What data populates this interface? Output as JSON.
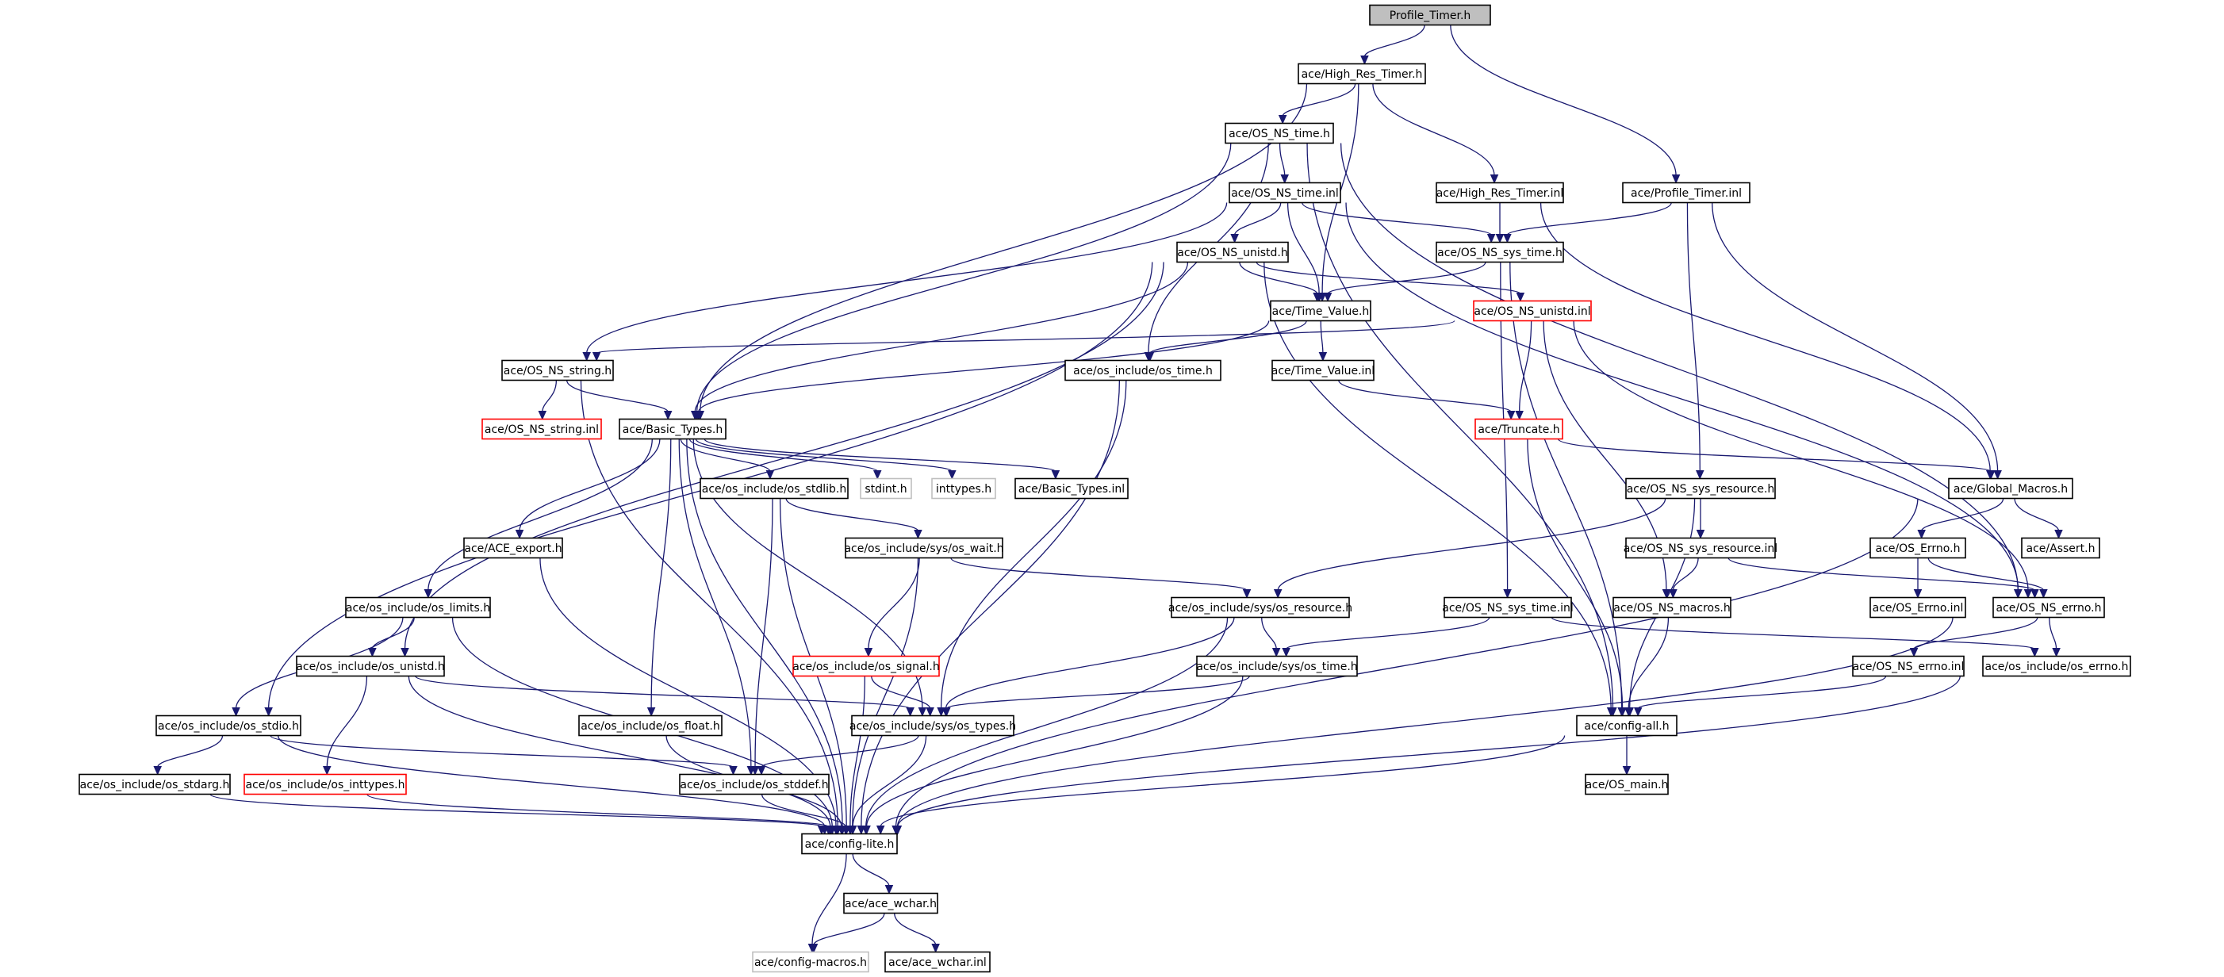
{
  "colors": {
    "edge": "#191970",
    "node_border": "#000000",
    "node_border_missing": "#ff0000",
    "node_border_external": "#bfbfbf",
    "root_fill": "#bfbfbf",
    "node_fill": "#ffffff",
    "text": "#000000"
  },
  "nodes": [
    {
      "id": "profile_timer_h",
      "label": "Profile_Timer.h",
      "style": "root"
    },
    {
      "id": "high_res_timer_h",
      "label": "ace/High_Res_Timer.h",
      "style": "normal"
    },
    {
      "id": "os_ns_time_h",
      "label": "ace/OS_NS_time.h",
      "style": "normal"
    },
    {
      "id": "os_ns_time_inl",
      "label": "ace/OS_NS_time.inl",
      "style": "normal"
    },
    {
      "id": "high_res_timer_inl",
      "label": "ace/High_Res_Timer.inl",
      "style": "normal"
    },
    {
      "id": "profile_timer_inl",
      "label": "ace/Profile_Timer.inl",
      "style": "normal"
    },
    {
      "id": "os_ns_unistd_h",
      "label": "ace/OS_NS_unistd.h",
      "style": "normal"
    },
    {
      "id": "os_ns_sys_time_h",
      "label": "ace/OS_NS_sys_time.h",
      "style": "normal"
    },
    {
      "id": "time_value_h",
      "label": "ace/Time_Value.h",
      "style": "normal"
    },
    {
      "id": "os_ns_unistd_inl",
      "label": "ace/OS_NS_unistd.inl",
      "style": "missing"
    },
    {
      "id": "os_ns_string_h",
      "label": "ace/OS_NS_string.h",
      "style": "normal"
    },
    {
      "id": "os_include_os_time_h",
      "label": "ace/os_include/os_time.h",
      "style": "normal"
    },
    {
      "id": "time_value_inl",
      "label": "ace/Time_Value.inl",
      "style": "normal"
    },
    {
      "id": "os_ns_string_inl",
      "label": "ace/OS_NS_string.inl",
      "style": "missing"
    },
    {
      "id": "basic_types_h",
      "label": "ace/Basic_Types.h",
      "style": "normal"
    },
    {
      "id": "truncate_h",
      "label": "ace/Truncate.h",
      "style": "missing"
    },
    {
      "id": "os_include_os_stdlib_h",
      "label": "ace/os_include/os_stdlib.h",
      "style": "normal"
    },
    {
      "id": "stdint_h",
      "label": "stdint.h",
      "style": "external"
    },
    {
      "id": "inttypes_h",
      "label": "inttypes.h",
      "style": "external"
    },
    {
      "id": "basic_types_inl",
      "label": "ace/Basic_Types.inl",
      "style": "normal"
    },
    {
      "id": "os_ns_sys_resource_h",
      "label": "ace/OS_NS_sys_resource.h",
      "style": "normal"
    },
    {
      "id": "global_macros_h",
      "label": "ace/Global_Macros.h",
      "style": "normal"
    },
    {
      "id": "ace_export_h",
      "label": "ace/ACE_export.h",
      "style": "normal"
    },
    {
      "id": "os_include_sys_os_wait_h",
      "label": "ace/os_include/sys/os_wait.h",
      "style": "normal"
    },
    {
      "id": "os_ns_sys_resource_inl",
      "label": "ace/OS_NS_sys_resource.inl",
      "style": "normal"
    },
    {
      "id": "os_errno_h",
      "label": "ace/OS_Errno.h",
      "style": "normal"
    },
    {
      "id": "assert_h",
      "label": "ace/Assert.h",
      "style": "normal"
    },
    {
      "id": "os_include_os_limits_h",
      "label": "ace/os_include/os_limits.h",
      "style": "normal"
    },
    {
      "id": "os_include_sys_os_resource_h",
      "label": "ace/os_include/sys/os_resource.h",
      "style": "normal"
    },
    {
      "id": "os_ns_sys_time_inl",
      "label": "ace/OS_NS_sys_time.inl",
      "style": "normal"
    },
    {
      "id": "os_ns_macros_h",
      "label": "ace/OS_NS_macros.h",
      "style": "normal"
    },
    {
      "id": "os_errno_inl",
      "label": "ace/OS_Errno.inl",
      "style": "normal"
    },
    {
      "id": "os_ns_errno_h",
      "label": "ace/OS_NS_errno.h",
      "style": "normal"
    },
    {
      "id": "os_include_os_unistd_h",
      "label": "ace/os_include/os_unistd.h",
      "style": "normal"
    },
    {
      "id": "os_include_os_signal_h",
      "label": "ace/os_include/os_signal.h",
      "style": "missing"
    },
    {
      "id": "os_include_sys_os_time_h",
      "label": "ace/os_include/sys/os_time.h",
      "style": "normal"
    },
    {
      "id": "os_ns_errno_inl",
      "label": "ace/OS_NS_errno.inl",
      "style": "normal"
    },
    {
      "id": "os_include_os_errno_h",
      "label": "ace/os_include/os_errno.h",
      "style": "normal"
    },
    {
      "id": "os_include_os_stdio_h",
      "label": "ace/os_include/os_stdio.h",
      "style": "normal"
    },
    {
      "id": "os_include_os_float_h",
      "label": "ace/os_include/os_float.h",
      "style": "normal"
    },
    {
      "id": "os_include_sys_os_types_h",
      "label": "ace/os_include/sys/os_types.h",
      "style": "normal"
    },
    {
      "id": "config_all_h",
      "label": "ace/config-all.h",
      "style": "normal"
    },
    {
      "id": "os_include_os_stdarg_h",
      "label": "ace/os_include/os_stdarg.h",
      "style": "normal"
    },
    {
      "id": "os_include_os_inttypes_h",
      "label": "ace/os_include/os_inttypes.h",
      "style": "missing"
    },
    {
      "id": "os_include_os_stddef_h",
      "label": "ace/os_include/os_stddef.h",
      "style": "normal"
    },
    {
      "id": "os_main_h",
      "label": "ace/OS_main.h",
      "style": "normal"
    },
    {
      "id": "config_lite_h",
      "label": "ace/config-lite.h",
      "style": "normal"
    },
    {
      "id": "ace_wchar_h",
      "label": "ace/ace_wchar.h",
      "style": "normal"
    },
    {
      "id": "config_macros_h",
      "label": "ace/config-macros.h",
      "style": "external"
    },
    {
      "id": "ace_wchar_inl",
      "label": "ace/ace_wchar.inl",
      "style": "normal"
    }
  ],
  "edges": [
    [
      "profile_timer_h",
      "high_res_timer_h"
    ],
    [
      "profile_timer_h",
      "profile_timer_inl"
    ],
    [
      "high_res_timer_h",
      "os_ns_time_h"
    ],
    [
      "high_res_timer_h",
      "high_res_timer_inl"
    ],
    [
      "high_res_timer_h",
      "time_value_h"
    ],
    [
      "high_res_timer_h",
      "basic_types_h"
    ],
    [
      "os_ns_time_h",
      "os_ns_time_inl"
    ],
    [
      "os_ns_time_h",
      "basic_types_h"
    ],
    [
      "os_ns_time_h",
      "os_include_os_time_h"
    ],
    [
      "os_ns_time_h",
      "config_all_h"
    ],
    [
      "os_ns_time_h",
      "os_ns_errno_h"
    ],
    [
      "os_ns_time_inl",
      "os_ns_unistd_h"
    ],
    [
      "os_ns_time_inl",
      "time_value_h"
    ],
    [
      "os_ns_time_inl",
      "os_ns_sys_time_h"
    ],
    [
      "os_ns_time_inl",
      "os_ns_string_h"
    ],
    [
      "os_ns_time_inl",
      "os_ns_errno_h"
    ],
    [
      "high_res_timer_inl",
      "os_ns_sys_time_h"
    ],
    [
      "high_res_timer_inl",
      "global_macros_h"
    ],
    [
      "profile_timer_inl",
      "os_ns_sys_time_h"
    ],
    [
      "profile_timer_inl",
      "os_ns_sys_resource_h"
    ],
    [
      "profile_timer_inl",
      "global_macros_h"
    ],
    [
      "os_ns_unistd_h",
      "time_value_h"
    ],
    [
      "os_ns_unistd_h",
      "os_ns_unistd_inl"
    ],
    [
      "os_ns_unistd_h",
      "basic_types_h"
    ],
    [
      "os_ns_unistd_h",
      "os_include_os_unistd_h"
    ],
    [
      "os_ns_unistd_h",
      "os_include_os_stdio_h"
    ],
    [
      "os_ns_unistd_h",
      "config_all_h"
    ],
    [
      "os_ns_sys_time_h",
      "time_value_h"
    ],
    [
      "os_ns_sys_time_h",
      "os_ns_sys_time_inl"
    ],
    [
      "os_ns_sys_time_h",
      "config_all_h"
    ],
    [
      "time_value_h",
      "time_value_inl"
    ],
    [
      "time_value_h",
      "os_include_os_time_h"
    ],
    [
      "time_value_h",
      "basic_types_h"
    ],
    [
      "os_ns_unistd_inl",
      "os_ns_string_h"
    ],
    [
      "os_ns_unistd_inl",
      "truncate_h"
    ],
    [
      "os_ns_unistd_inl",
      "os_ns_macros_h"
    ],
    [
      "os_ns_unistd_inl",
      "os_ns_errno_h"
    ],
    [
      "os_ns_string_h",
      "os_ns_string_inl"
    ],
    [
      "os_ns_string_h",
      "basic_types_h"
    ],
    [
      "os_ns_string_h",
      "config_lite_h"
    ],
    [
      "os_include_os_time_h",
      "os_include_sys_os_types_h"
    ],
    [
      "os_include_os_time_h",
      "config_lite_h"
    ],
    [
      "time_value_inl",
      "truncate_h"
    ],
    [
      "truncate_h",
      "global_macros_h"
    ],
    [
      "truncate_h",
      "config_all_h"
    ],
    [
      "basic_types_h",
      "os_include_os_stdlib_h"
    ],
    [
      "basic_types_h",
      "stdint_h"
    ],
    [
      "basic_types_h",
      "inttypes_h"
    ],
    [
      "basic_types_h",
      "basic_types_inl"
    ],
    [
      "basic_types_h",
      "ace_export_h"
    ],
    [
      "basic_types_h",
      "os_include_os_limits_h"
    ],
    [
      "basic_types_h",
      "os_include_os_float_h"
    ],
    [
      "basic_types_h",
      "os_include_sys_os_types_h"
    ],
    [
      "basic_types_h",
      "os_include_os_stddef_h"
    ],
    [
      "basic_types_h",
      "config_lite_h"
    ],
    [
      "os_include_os_stdlib_h",
      "os_include_sys_os_wait_h"
    ],
    [
      "os_include_os_stdlib_h",
      "os_include_os_stddef_h"
    ],
    [
      "os_include_os_stdlib_h",
      "config_lite_h"
    ],
    [
      "os_ns_sys_resource_h",
      "os_ns_sys_resource_inl"
    ],
    [
      "os_ns_sys_resource_h",
      "os_include_sys_os_resource_h"
    ],
    [
      "os_ns_sys_resource_h",
      "config_all_h"
    ],
    [
      "os_ns_sys_resource_inl",
      "os_ns_macros_h"
    ],
    [
      "os_ns_sys_resource_inl",
      "os_ns_errno_h"
    ],
    [
      "global_macros_h",
      "os_errno_h"
    ],
    [
      "global_macros_h",
      "assert_h"
    ],
    [
      "global_macros_h",
      "config_lite_h"
    ],
    [
      "os_errno_h",
      "os_errno_inl"
    ],
    [
      "os_errno_h",
      "os_ns_errno_h"
    ],
    [
      "ace_export_h",
      "config_lite_h"
    ],
    [
      "os_include_sys_os_wait_h",
      "os_include_sys_os_resource_h"
    ],
    [
      "os_include_sys_os_wait_h",
      "os_include_os_signal_h"
    ],
    [
      "os_include_sys_os_wait_h",
      "config_lite_h"
    ],
    [
      "os_include_os_limits_h",
      "os_include_os_unistd_h"
    ],
    [
      "os_include_os_limits_h",
      "os_include_os_stdio_h"
    ],
    [
      "os_include_os_limits_h",
      "config_lite_h"
    ],
    [
      "os_include_sys_os_resource_h",
      "os_include_sys_os_time_h"
    ],
    [
      "os_include_sys_os_resource_h",
      "os_include_sys_os_types_h"
    ],
    [
      "os_include_sys_os_resource_h",
      "config_lite_h"
    ],
    [
      "os_ns_sys_time_inl",
      "os_include_sys_os_time_h"
    ],
    [
      "os_ns_sys_time_inl",
      "os_include_os_errno_h"
    ],
    [
      "os_ns_macros_h",
      "config_all_h"
    ],
    [
      "os_ns_errno_h",
      "os_ns_errno_inl"
    ],
    [
      "os_ns_errno_h",
      "os_include_os_errno_h"
    ],
    [
      "os_ns_errno_h",
      "config_lite_h"
    ],
    [
      "os_include_os_unistd_h",
      "os_include_os_inttypes_h"
    ],
    [
      "os_include_os_unistd_h",
      "os_include_sys_os_types_h"
    ],
    [
      "os_include_os_unistd_h",
      "config_lite_h"
    ],
    [
      "os_include_os_signal_h",
      "os_include_sys_os_types_h"
    ],
    [
      "os_include_os_signal_h",
      "config_lite_h"
    ],
    [
      "os_include_sys_os_time_h",
      "os_include_sys_os_types_h"
    ],
    [
      "os_include_sys_os_time_h",
      "config_lite_h"
    ],
    [
      "os_ns_errno_inl",
      "config_all_h"
    ],
    [
      "os_include_os_errno_h",
      "config_lite_h"
    ],
    [
      "os_include_os_stdio_h",
      "os_include_os_stdarg_h"
    ],
    [
      "os_include_os_stdio_h",
      "os_include_os_stddef_h"
    ],
    [
      "os_include_os_stdio_h",
      "config_lite_h"
    ],
    [
      "os_include_os_float_h",
      "config_lite_h"
    ],
    [
      "os_include_sys_os_types_h",
      "os_include_os_stddef_h"
    ],
    [
      "os_include_sys_os_types_h",
      "config_lite_h"
    ],
    [
      "config_all_h",
      "os_main_h"
    ],
    [
      "config_all_h",
      "config_lite_h"
    ],
    [
      "os_include_os_stdarg_h",
      "config_lite_h"
    ],
    [
      "os_include_os_inttypes_h",
      "config_lite_h"
    ],
    [
      "os_include_os_stddef_h",
      "config_lite_h"
    ],
    [
      "config_lite_h",
      "ace_wchar_h"
    ],
    [
      "config_lite_h",
      "config_macros_h"
    ],
    [
      "ace_wchar_h",
      "config_macros_h"
    ],
    [
      "ace_wchar_h",
      "ace_wchar_inl"
    ]
  ]
}
